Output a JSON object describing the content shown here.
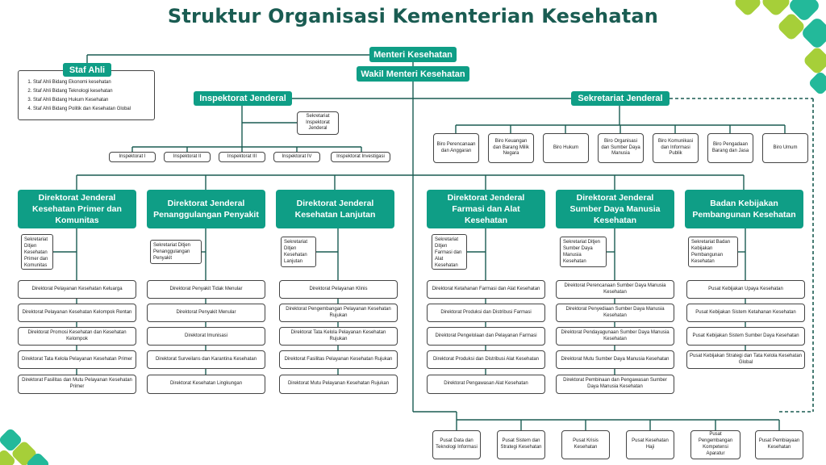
{
  "title": "Struktur Organisasi Kementerian Kesehatan",
  "colors": {
    "primary": "#0f9e86",
    "title": "#1a5c52",
    "line": "#1a5c52",
    "lime": "#a6cf39",
    "teal_light": "#23b99a"
  },
  "menteri": "Menteri Kesehatan",
  "wamen": "Wakil Menteri Kesehatan",
  "staf_ahli": {
    "title": "Staf Ahli",
    "items": [
      "Staf Ahli Bidang Ekonomi kesehatan",
      "Staf Ahli Bidang Teknologi kesehatan",
      "Staf Ahli Bidang Hukum Kesehatan",
      "Staf Ahli Bidang Politik dan Kesehatan Global"
    ]
  },
  "itjen": {
    "title": "Inspektorat Jenderal",
    "secretariat": "Sekretariat Inspektorat Jenderal",
    "units": [
      "Inspektorat I",
      "Inspektorat II",
      "Inspektorat III",
      "Inspektorat IV",
      "Inspektorat Investigasi"
    ]
  },
  "sekjen": {
    "title": "Sekretariat Jenderal",
    "bureaus": [
      "Biro Perencanaan dan Anggaran",
      "Biro Keuangan dan Barang Milik Negara",
      "Biro Hukum",
      "Biro Organisasi dan Sumber Daya Manusia",
      "Biro Komunikasi dan Informasi Publik",
      "Biro Pengadaan Barang dan Jasa",
      "Biro Umum"
    ]
  },
  "directorates": [
    {
      "title": "Direktorat Jenderal Kesehatan Primer dan Komunitas",
      "secretariat": "Sekretariat Ditjen Kesehatan Primer dan Komunitas",
      "units": [
        "Direktorat Pelayanan Kesehatan Keluarga",
        "Direktorat Pelayanan Kesehatan Kelompok Rentan",
        "Direktorat Promosi Kesehatan dan Kesehatan Kelompok",
        "Direktorat Tata Kelola Pelayanan Kesehatan Primer",
        "Direktorat Fasilitas dan Mutu Pelayanan Kesehatan Primer"
      ]
    },
    {
      "title": "Direktorat Jenderal Penanggulangan Penyakit",
      "secretariat": "Sekretariat Ditjen Penanggulangan Penyakit",
      "units": [
        "Direktorat Penyakit Tidak Menular",
        "Direktorat Penyakit Menular",
        "Direktorat Imunisasi",
        "Direktorat Surveilans dan Karantina Kesehatan",
        "Direktorat Kesehatan Lingkungan"
      ]
    },
    {
      "title": "Direktorat Jenderal Kesehatan Lanjutan",
      "secretariat": "Sekretariat Ditjen Kesehatan Lanjutan",
      "units": [
        "Direktorat Pelayanan Klinis",
        "Direktorat Pengembangan Pelayanan Kesehatan Rujukan",
        "Direktorat Tata Kelola Pelayanan Kesehatan Rujukan",
        "Direktorat Fasilitas Pelayanan Kesehatan Rujukan",
        "Direktorat Mutu Pelayanan Kesehatan Rujukan"
      ]
    },
    {
      "title": "Direktorat Jenderal Farmasi dan Alat Kesehatan",
      "secretariat": "Sekretariat Ditjen Farmasi dan Alat Kesehatan",
      "units": [
        "Direktorat Ketahanan Farmasi dan Alat Kesehatan",
        "Direktorat Produksi dan Distribusi Farmasi",
        "Direktorat Pengelolaan dan Pelayanan Farmasi",
        "Direktorat Produksi dan Distribusi Alat Kesehatan",
        "Direktorat Pengawasan Alat Kesehatan"
      ]
    },
    {
      "title": "Direktorat Jenderal Sumber Daya Manusia Kesehatan",
      "secretariat": "Sekretariat Ditjen Sumber Daya Manusia Kesehatan",
      "units": [
        "Direktorat Perencanaan Sumber Daya Manusia Kesehatan",
        "Direktorat Penyediaan Sumber Daya Manusia Kesehatan",
        "Direktorat Pendayagunaan Sumber Daya Manusia Kesehatan",
        "Direktorat Mutu Sumber Daya Manusia Kesehatan",
        "Direktorat Pembinaan dan Pengawasan Sumber Daya Manusia Kesehatan"
      ]
    },
    {
      "title": "Badan Kebijakan Pembangunan Kesehatan",
      "secretariat": "Sekretariat Badan Kebijakan Pembangunan Kesehatan",
      "units": [
        "Pusat Kebijakan Upaya Kesehatan",
        "Pusat Kebijakan Sistem Ketahanan Kesehatan",
        "Pusat Kebijakan Sistem Sumber Daya Kesehatan",
        "Pusat Kebijakan Strategi dan Tata Kelola Kesehatan Global"
      ]
    }
  ],
  "centers": [
    "Pusat Data dan Teknologi Informasi",
    "Pusat Sistem dan Strategi Kesehatan",
    "Pusat Krisis Kesehatan",
    "Pusat Kesehatan Haji",
    "Pusat Pengembangan Kompetensi Aparatur",
    "Pusat Pembiayaan Kesehatan"
  ]
}
